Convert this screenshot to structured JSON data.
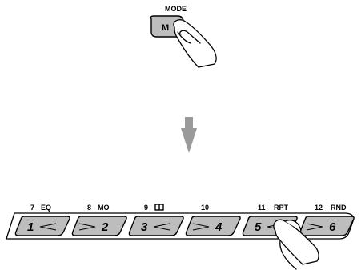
{
  "mode_panel": {
    "mode_label": "MODE",
    "mode_key": "M"
  },
  "preset_buttons": [
    {
      "number": "1",
      "caption_num": "7",
      "caption_func": "EQ",
      "direction": "left"
    },
    {
      "number": "2",
      "caption_num": "8",
      "caption_func": "MO",
      "direction": "right"
    },
    {
      "number": "3",
      "caption_num": "9",
      "caption_func": "",
      "caption_icon": "dolby-icon",
      "direction": "left"
    },
    {
      "number": "4",
      "caption_num": "10",
      "caption_func": "",
      "direction": "right"
    },
    {
      "number": "5",
      "caption_num": "11",
      "caption_func": "RPT",
      "direction": "left"
    },
    {
      "number": "6",
      "caption_num": "12",
      "caption_func": "RND",
      "direction": "right"
    }
  ],
  "icons": {
    "hand": "pointing-hand-icon",
    "arrow": "down-arrow-icon",
    "dolby": "dolby-icon"
  },
  "colors": {
    "button_fill": "#bdbdbd",
    "arrow": "#9a9a9a",
    "outline": "#000000"
  }
}
